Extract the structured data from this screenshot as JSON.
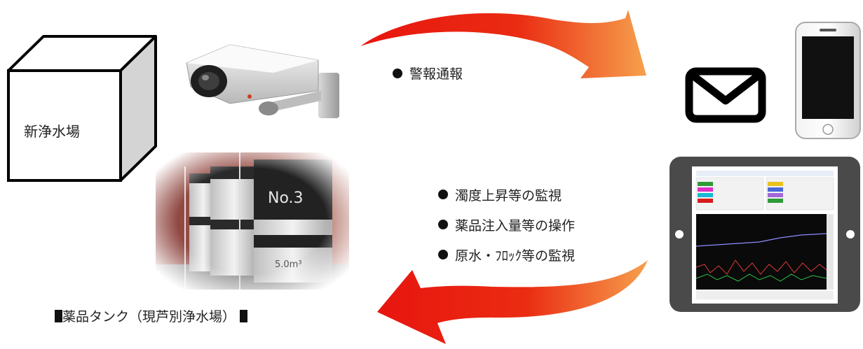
{
  "facility": {
    "label": "新浄水場"
  },
  "alert": {
    "label": "警報通報"
  },
  "monitor_items": [
    {
      "label": "濁度上昇等の監視"
    },
    {
      "label": "薬品注入量等の操作"
    },
    {
      "label": "原水・ﾌﾛｯｸ等の監視"
    }
  ],
  "tank_photo": {
    "caption": "薬品タンク（現芦別浄水場）",
    "tank_label": "No.3",
    "volume_label": "5.0m³"
  },
  "icons": [
    "building-cube-icon",
    "security-camera-icon",
    "mail-icon",
    "smartphone-icon",
    "tablet-icon"
  ],
  "colors": {
    "arrow_red": "#e8150f",
    "arrow_orange": "#f6a04d",
    "tablet_frame": "#4a4a4a"
  }
}
